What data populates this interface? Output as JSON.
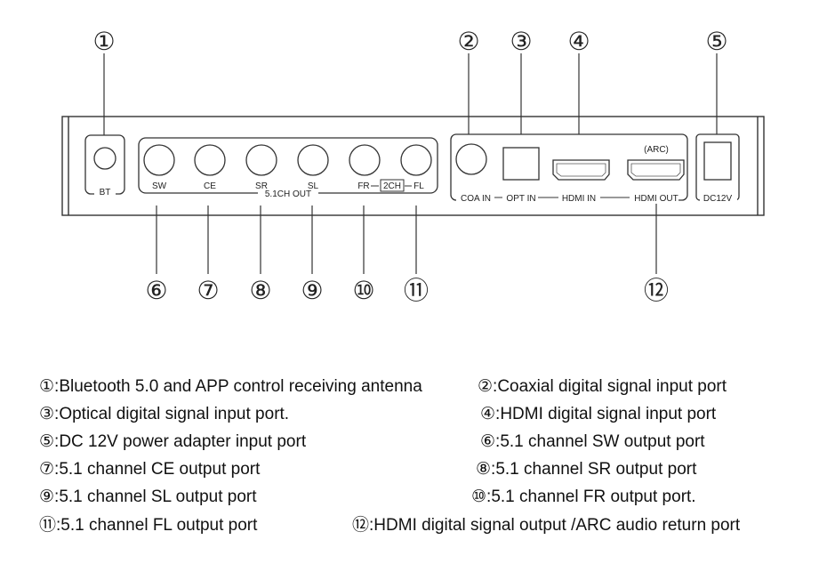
{
  "callouts": [
    "①",
    "②",
    "③",
    "④",
    "⑤",
    "⑥",
    "⑦",
    "⑧",
    "⑨",
    "⑩",
    "⑪",
    "⑫"
  ],
  "port_labels": {
    "bt": "BT",
    "sw": "SW",
    "ce": "CE",
    "sr": "SR",
    "sl": "SL",
    "fr": "FR",
    "two_ch": "2CH",
    "fl": "FL",
    "group_51": "5.1CH OUT",
    "coa_in": "COA IN",
    "opt_in": "OPT IN",
    "hdmi_in": "HDMI IN",
    "hdmi_out": "HDMI OUT",
    "arc": "(ARC)",
    "dc12v": "DC12V"
  },
  "legend": [
    {
      "num": "①",
      "text": ":Bluetooth 5.0 and APP control receiving antenna"
    },
    {
      "num": "②",
      "text": ":Coaxial digital signal input port"
    },
    {
      "num": "③",
      "text": ":Optical digital signal input port."
    },
    {
      "num": "④",
      "text": ":HDMI digital signal input port"
    },
    {
      "num": "⑤",
      "text": ":DC 12V power adapter input port"
    },
    {
      "num": "⑥",
      "text": ":5.1 channel SW output port"
    },
    {
      "num": "⑦",
      "text": ":5.1 channel CE output port"
    },
    {
      "num": "⑧",
      "text": ":5.1 channel SR output port"
    },
    {
      "num": "⑨",
      "text": ":5.1 channel SL output port"
    },
    {
      "num": "⑩",
      "text": ":5.1 channel FR output port."
    },
    {
      "num": "⑪",
      "text": ":5.1 channel FL output port"
    },
    {
      "num": "⑫",
      "text": ":HDMI digital signal output /ARC audio return port"
    }
  ]
}
